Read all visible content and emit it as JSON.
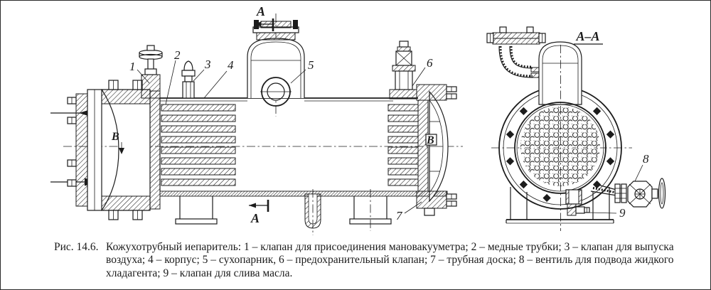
{
  "figure": {
    "label": "Рис. 14.6.",
    "caption_lines": {
      "line1": "Кожухотрубный иепаритель: 1 – клапан для присоединения мановакууметра; 2 – медные трубки; 3 – клапан для выпуска",
      "line2": "воздуха; 4 – корпус; 5 – сухопарник, 6 – предохранительный клапан; 7 – трубная доска; 8 – вентиль для подвода жидкого",
      "line3": "хладагента; 9 – клапан для слива масла."
    }
  },
  "drawing": {
    "section_label_top": "А",
    "section_label_bottom": "А",
    "section_view_title": "А–А",
    "chamber_label_left": "В",
    "chamber_label_right": "В",
    "callouts": {
      "c1": "1",
      "c2": "2",
      "c3": "3",
      "c4": "4",
      "c5": "5",
      "c6": "6",
      "c7": "7",
      "c8": "8",
      "c9": "9"
    }
  },
  "colors": {
    "ink": "#1c1c1c",
    "background": "#ffffff"
  }
}
